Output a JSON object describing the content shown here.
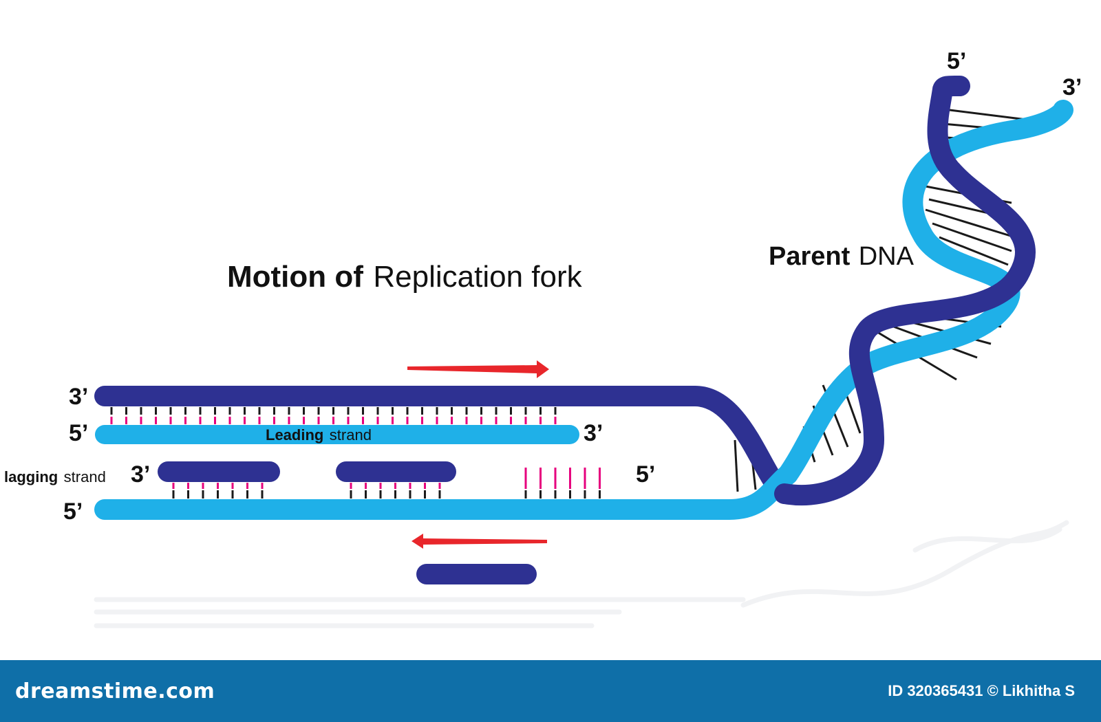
{
  "title": {
    "bold": "Motion of",
    "light": "Replication fork"
  },
  "parent_label": {
    "bold": "Parent",
    "light": "DNA"
  },
  "leading_label": {
    "bold": "Leading",
    "light": "strand"
  },
  "lagging_label": {
    "bold": "lagging",
    "light": "strand"
  },
  "ends": {
    "top_strand_left": "3’",
    "leading_left": "5’",
    "leading_right": "3’",
    "lagging_left": "3’",
    "lagging_right": "5’",
    "bottom_strand_left": "5’",
    "helix_top_dark": "5’",
    "helix_top_light": "3’"
  },
  "colors": {
    "dark_strand": "#2e3192",
    "light_strand": "#1fb0e8",
    "new_base": "#e6007e",
    "base_pair": "#1a1a1a",
    "arrow": "#e8262b",
    "footer": "#0f6fa8"
  },
  "footer": {
    "brand": "dreamstime.com",
    "credit": "ID 320365431 © Likhitha S"
  }
}
